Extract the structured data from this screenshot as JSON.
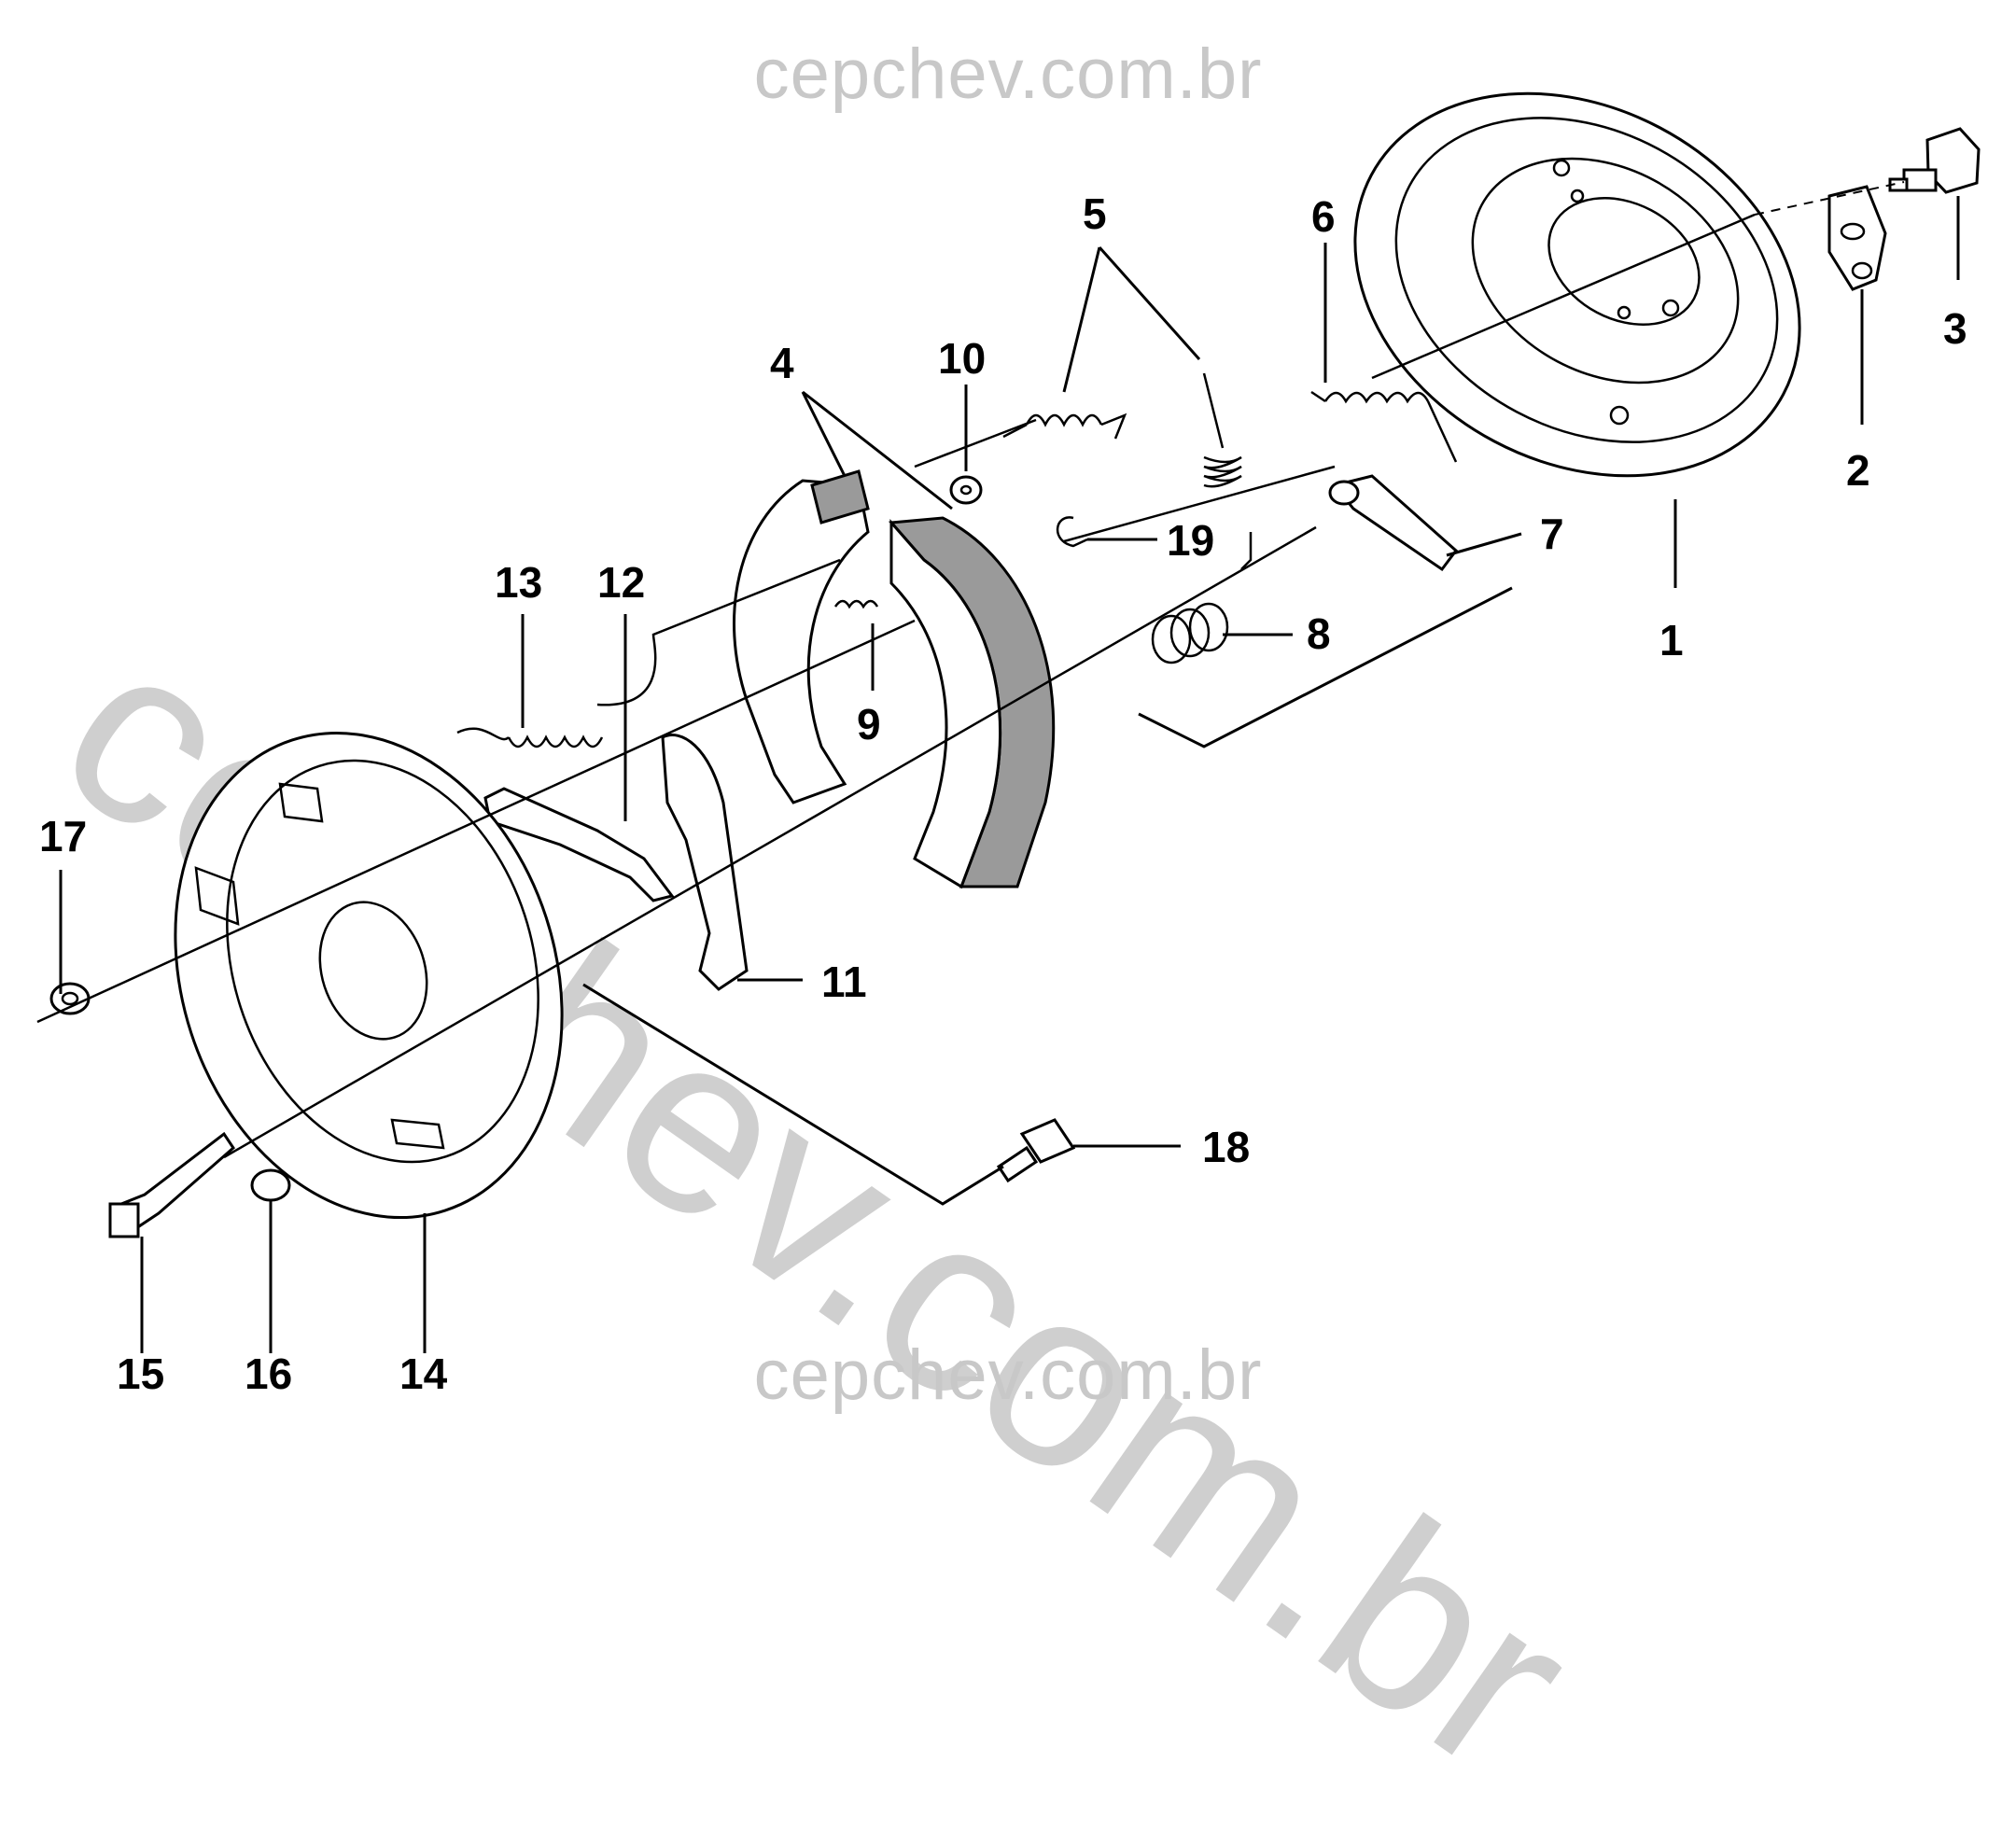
{
  "watermark": {
    "top": "cepchev.com.br",
    "bottom": "cepchev.com.br",
    "diagonal": "cepchev.com.br"
  },
  "callouts": [
    {
      "id": "1",
      "label": "1"
    },
    {
      "id": "2",
      "label": "2"
    },
    {
      "id": "3",
      "label": "3"
    },
    {
      "id": "4",
      "label": "4"
    },
    {
      "id": "5",
      "label": "5"
    },
    {
      "id": "6",
      "label": "6"
    },
    {
      "id": "7",
      "label": "7"
    },
    {
      "id": "8",
      "label": "8"
    },
    {
      "id": "9",
      "label": "9"
    },
    {
      "id": "10",
      "label": "10"
    },
    {
      "id": "11",
      "label": "11"
    },
    {
      "id": "12",
      "label": "12"
    },
    {
      "id": "13",
      "label": "13"
    },
    {
      "id": "14",
      "label": "14"
    },
    {
      "id": "15",
      "label": "15"
    },
    {
      "id": "16",
      "label": "16"
    },
    {
      "id": "17",
      "label": "17"
    },
    {
      "id": "18",
      "label": "18"
    },
    {
      "id": "19",
      "label": "19"
    }
  ]
}
